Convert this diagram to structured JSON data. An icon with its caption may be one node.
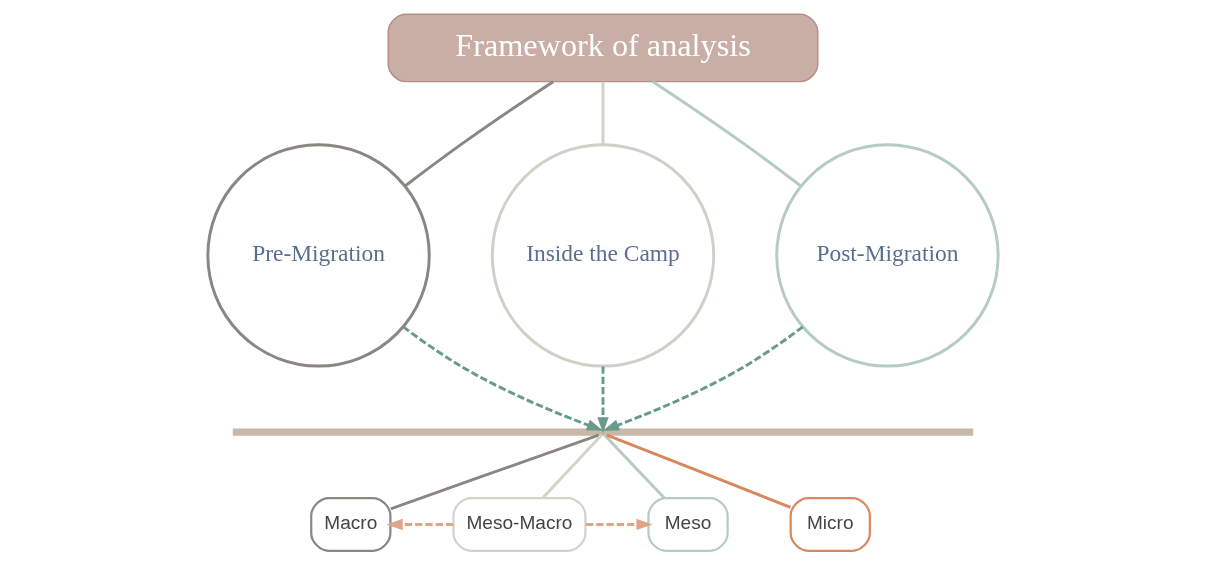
{
  "diagram": {
    "nodes": [
      {
        "text": [
          "Framework of analysis"
        ]
      },
      {
        "text": [
          "Pre-Migration"
        ]
      },
      {
        "text": [
          "Inside the Camp"
        ]
      },
      {
        "text": [
          "Post-Migration"
        ]
      },
      {
        "text": [],
        "shape": "bar"
      },
      {
        "text": [
          "Macro"
        ]
      },
      {
        "text": [
          "Meso-Macro"
        ]
      },
      {
        "text": [
          "Meso"
        ]
      },
      {
        "text": [
          "Micro"
        ]
      }
    ],
    "edges": [
      {
        "from": 0,
        "to": 1,
        "arrow": "none",
        "color": "#8a8782"
      },
      {
        "from": 0,
        "to": 2,
        "arrow": "none",
        "color": "#cfd0c8"
      },
      {
        "from": 0,
        "to": 3,
        "arrow": "none",
        "color": "#b5cbc3"
      },
      {
        "from": 1,
        "to": 4,
        "arrow": "to",
        "style": "dashed",
        "color": "#6a9a8c"
      },
      {
        "from": 2,
        "to": 4,
        "arrow": "to",
        "style": "dashed",
        "color": "#6a9a8c"
      },
      {
        "from": 3,
        "to": 4,
        "arrow": "to",
        "style": "dashed",
        "color": "#6a9a8c"
      },
      {
        "from": 4,
        "to": 5,
        "arrow": "none",
        "color": "#8a8782"
      },
      {
        "from": 4,
        "to": 6,
        "arrow": "none",
        "color": "#d6d2ca"
      },
      {
        "from": 4,
        "to": 7,
        "arrow": "none",
        "color": "#b5cbc3"
      },
      {
        "from": 4,
        "to": 8,
        "arrow": "none",
        "color": "#d9875e"
      },
      {
        "from": 6,
        "to": 5,
        "arrow": "to",
        "style": "dashed",
        "color": "#e0a488"
      },
      {
        "from": 6,
        "to": 7,
        "arrow": "to",
        "style": "dashed",
        "color": "#e0a488"
      }
    ]
  }
}
